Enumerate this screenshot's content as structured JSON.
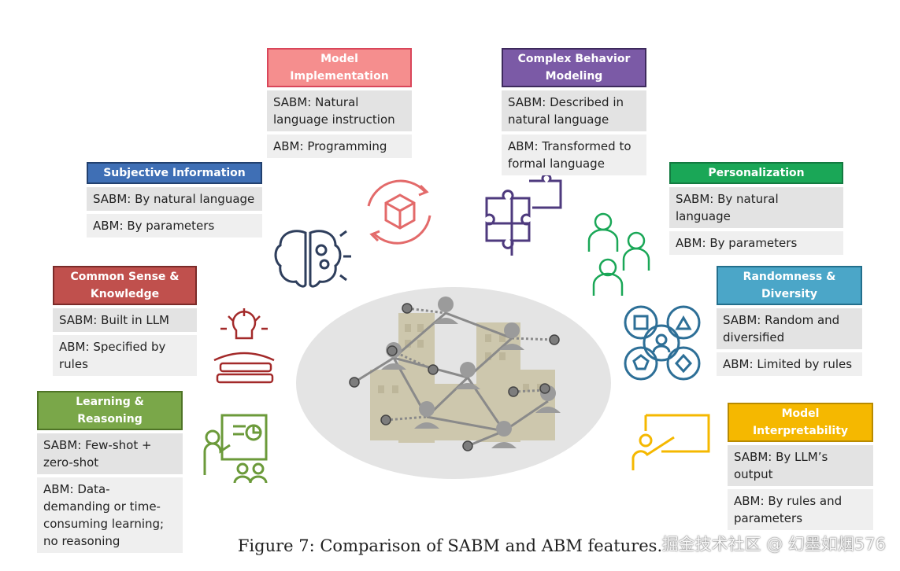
{
  "cards": {
    "model_impl": {
      "header": "Model Implementation",
      "sabm": "SABM: Natural language instruction",
      "abm": "ABM: Programming",
      "color": "#f58e8e",
      "border": "#d9465a"
    },
    "complex": {
      "header": "Complex Behavior Modeling",
      "sabm": "SABM: Described in natural language",
      "abm": "ABM: Transformed to formal language",
      "color": "#7b5aa6",
      "border": "#3d2a5c"
    },
    "subjective": {
      "header": "Subjective Information",
      "sabm": "SABM: By natural language",
      "abm": "ABM: By parameters",
      "color": "#3f6fb5",
      "border": "#22406e"
    },
    "personal": {
      "header": "Personalization",
      "sabm": "SABM: By natural language",
      "abm": "ABM: By parameters",
      "color": "#1aa757",
      "border": "#137a40"
    },
    "common": {
      "header": "Common Sense & Knowledge",
      "sabm": "SABM: Built in LLM",
      "abm": "ABM: Specified by rules",
      "color": "#c0504d",
      "border": "#7a2b29"
    },
    "random": {
      "header": "Randomness & Diversity",
      "sabm": "SABM: Random and diversified",
      "abm": "ABM: Limited by rules",
      "color": "#4ba6c8",
      "border": "#236f8c"
    },
    "learning": {
      "header": "Learning & Reasoning",
      "sabm": "SABM: Few-shot + zero-shot",
      "abm": "ABM: Data-demanding or time-consuming learning; no reasoning",
      "color": "#7aa749",
      "border": "#4f7426"
    },
    "interp": {
      "header": "Model Interpretability",
      "sabm": "SABM: By LLM’s output",
      "abm": "ABM: By rules and parameters",
      "color": "#f5b800",
      "border": "#b88a00"
    }
  },
  "caption": "Figure 7: Comparison of SABM and ABM features.",
  "watermark": "掘金技术社区 @ 幻墨如烟576"
}
